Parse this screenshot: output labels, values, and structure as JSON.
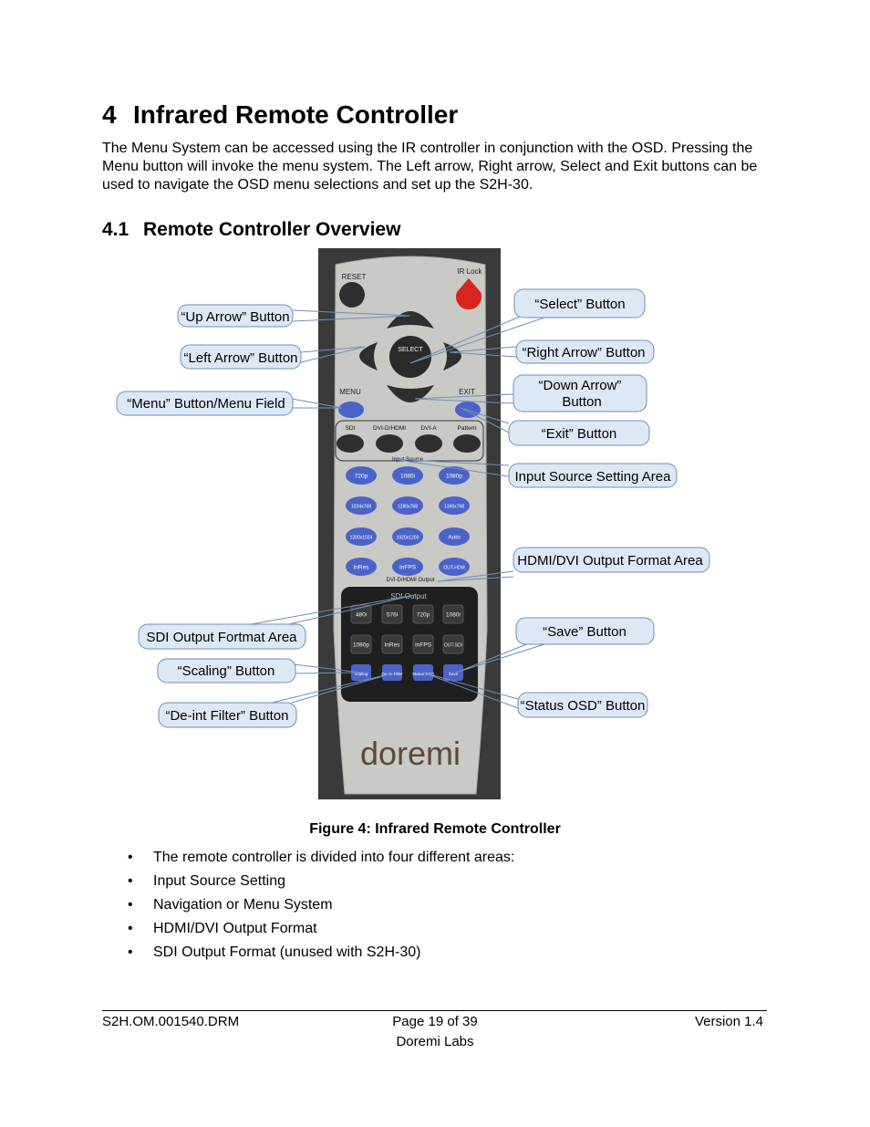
{
  "section": {
    "number": "4",
    "title": "Infrared Remote Controller"
  },
  "intro": "The Menu System can be accessed using the IR controller in conjunction with the OSD. Pressing the Menu button will invoke the menu system. The Left arrow, Right arrow, Select and Exit buttons can be used to navigate the OSD menu selections and set up the S2H-30.",
  "subsection": {
    "number": "4.1",
    "title": "Remote Controller Overview"
  },
  "callouts": {
    "up": "“Up Arrow” Button",
    "left": "“Left Arrow” Button",
    "menu": "“Menu” Button/Menu Field",
    "select": "“Select” Button",
    "right": "“Right Arrow” Button",
    "down1": "“Down Arrow”",
    "down2": "Button",
    "exit": "“Exit” Button",
    "input": "Input Source Setting Area",
    "hdmi": "HDMI/DVI Output Format Area",
    "sdi": "SDI Output Fortmat Area",
    "save": "“Save” Button",
    "scaling": "“Scaling” Button",
    "deint": "“De-int Filter” Button",
    "status": "“Status OSD” Button"
  },
  "remote": {
    "reset": "RESET",
    "irlock": "IR Lock",
    "select": "SELECT",
    "menu": "MENU",
    "exit": "EXIT",
    "input_labels": [
      "SDI",
      "DVI-D/HDMI",
      "DVI-A",
      "Pattern"
    ],
    "input_source": "Input Source",
    "fmt_rows": [
      [
        "720p",
        "1080i",
        "1080p"
      ],
      [
        "1024x768",
        "1280x768",
        "1366x768"
      ],
      [
        "1280x1024",
        "1920x1200",
        "Auto"
      ],
      [
        "InRes",
        "InFPS",
        "OUT-HDM"
      ]
    ],
    "hdmi_output": "DVI-D/HDMI Output",
    "sdi_output": "SDI Output",
    "sdi_rows": [
      [
        "480i",
        "576i",
        "720p",
        "1080i"
      ],
      [
        "1080p",
        "InRes",
        "InFPS",
        "OUT-SDI"
      ]
    ],
    "sdi_blue": [
      "Scaling",
      "De-int Filter",
      "Status OSD",
      "Save"
    ],
    "brand": "doremi"
  },
  "caption": "Figure 4: Infrared Remote Controller",
  "bullets": [
    "The remote controller is divided into four different areas:",
    "Input Source Setting",
    "Navigation or Menu System",
    "HDMI/DVI Output Format",
    "SDI Output Format (unused with S2H-30)"
  ],
  "footer": {
    "doc_id": "S2H.OM.001540.DRM",
    "page": "Page 19 of 39",
    "company": "Doremi Labs",
    "version": "Version 1.4"
  },
  "colors": {
    "callout_fill": "#dde8f6",
    "callout_stroke": "#6f8fb8",
    "remote_body": "#c9c9c5",
    "photo_bg": "#3a3a3a",
    "button_dark": "#2f2f2f",
    "button_blue": "#4b63c8",
    "button_red": "#d8261d",
    "panel_dark": "#1f1f1f"
  }
}
